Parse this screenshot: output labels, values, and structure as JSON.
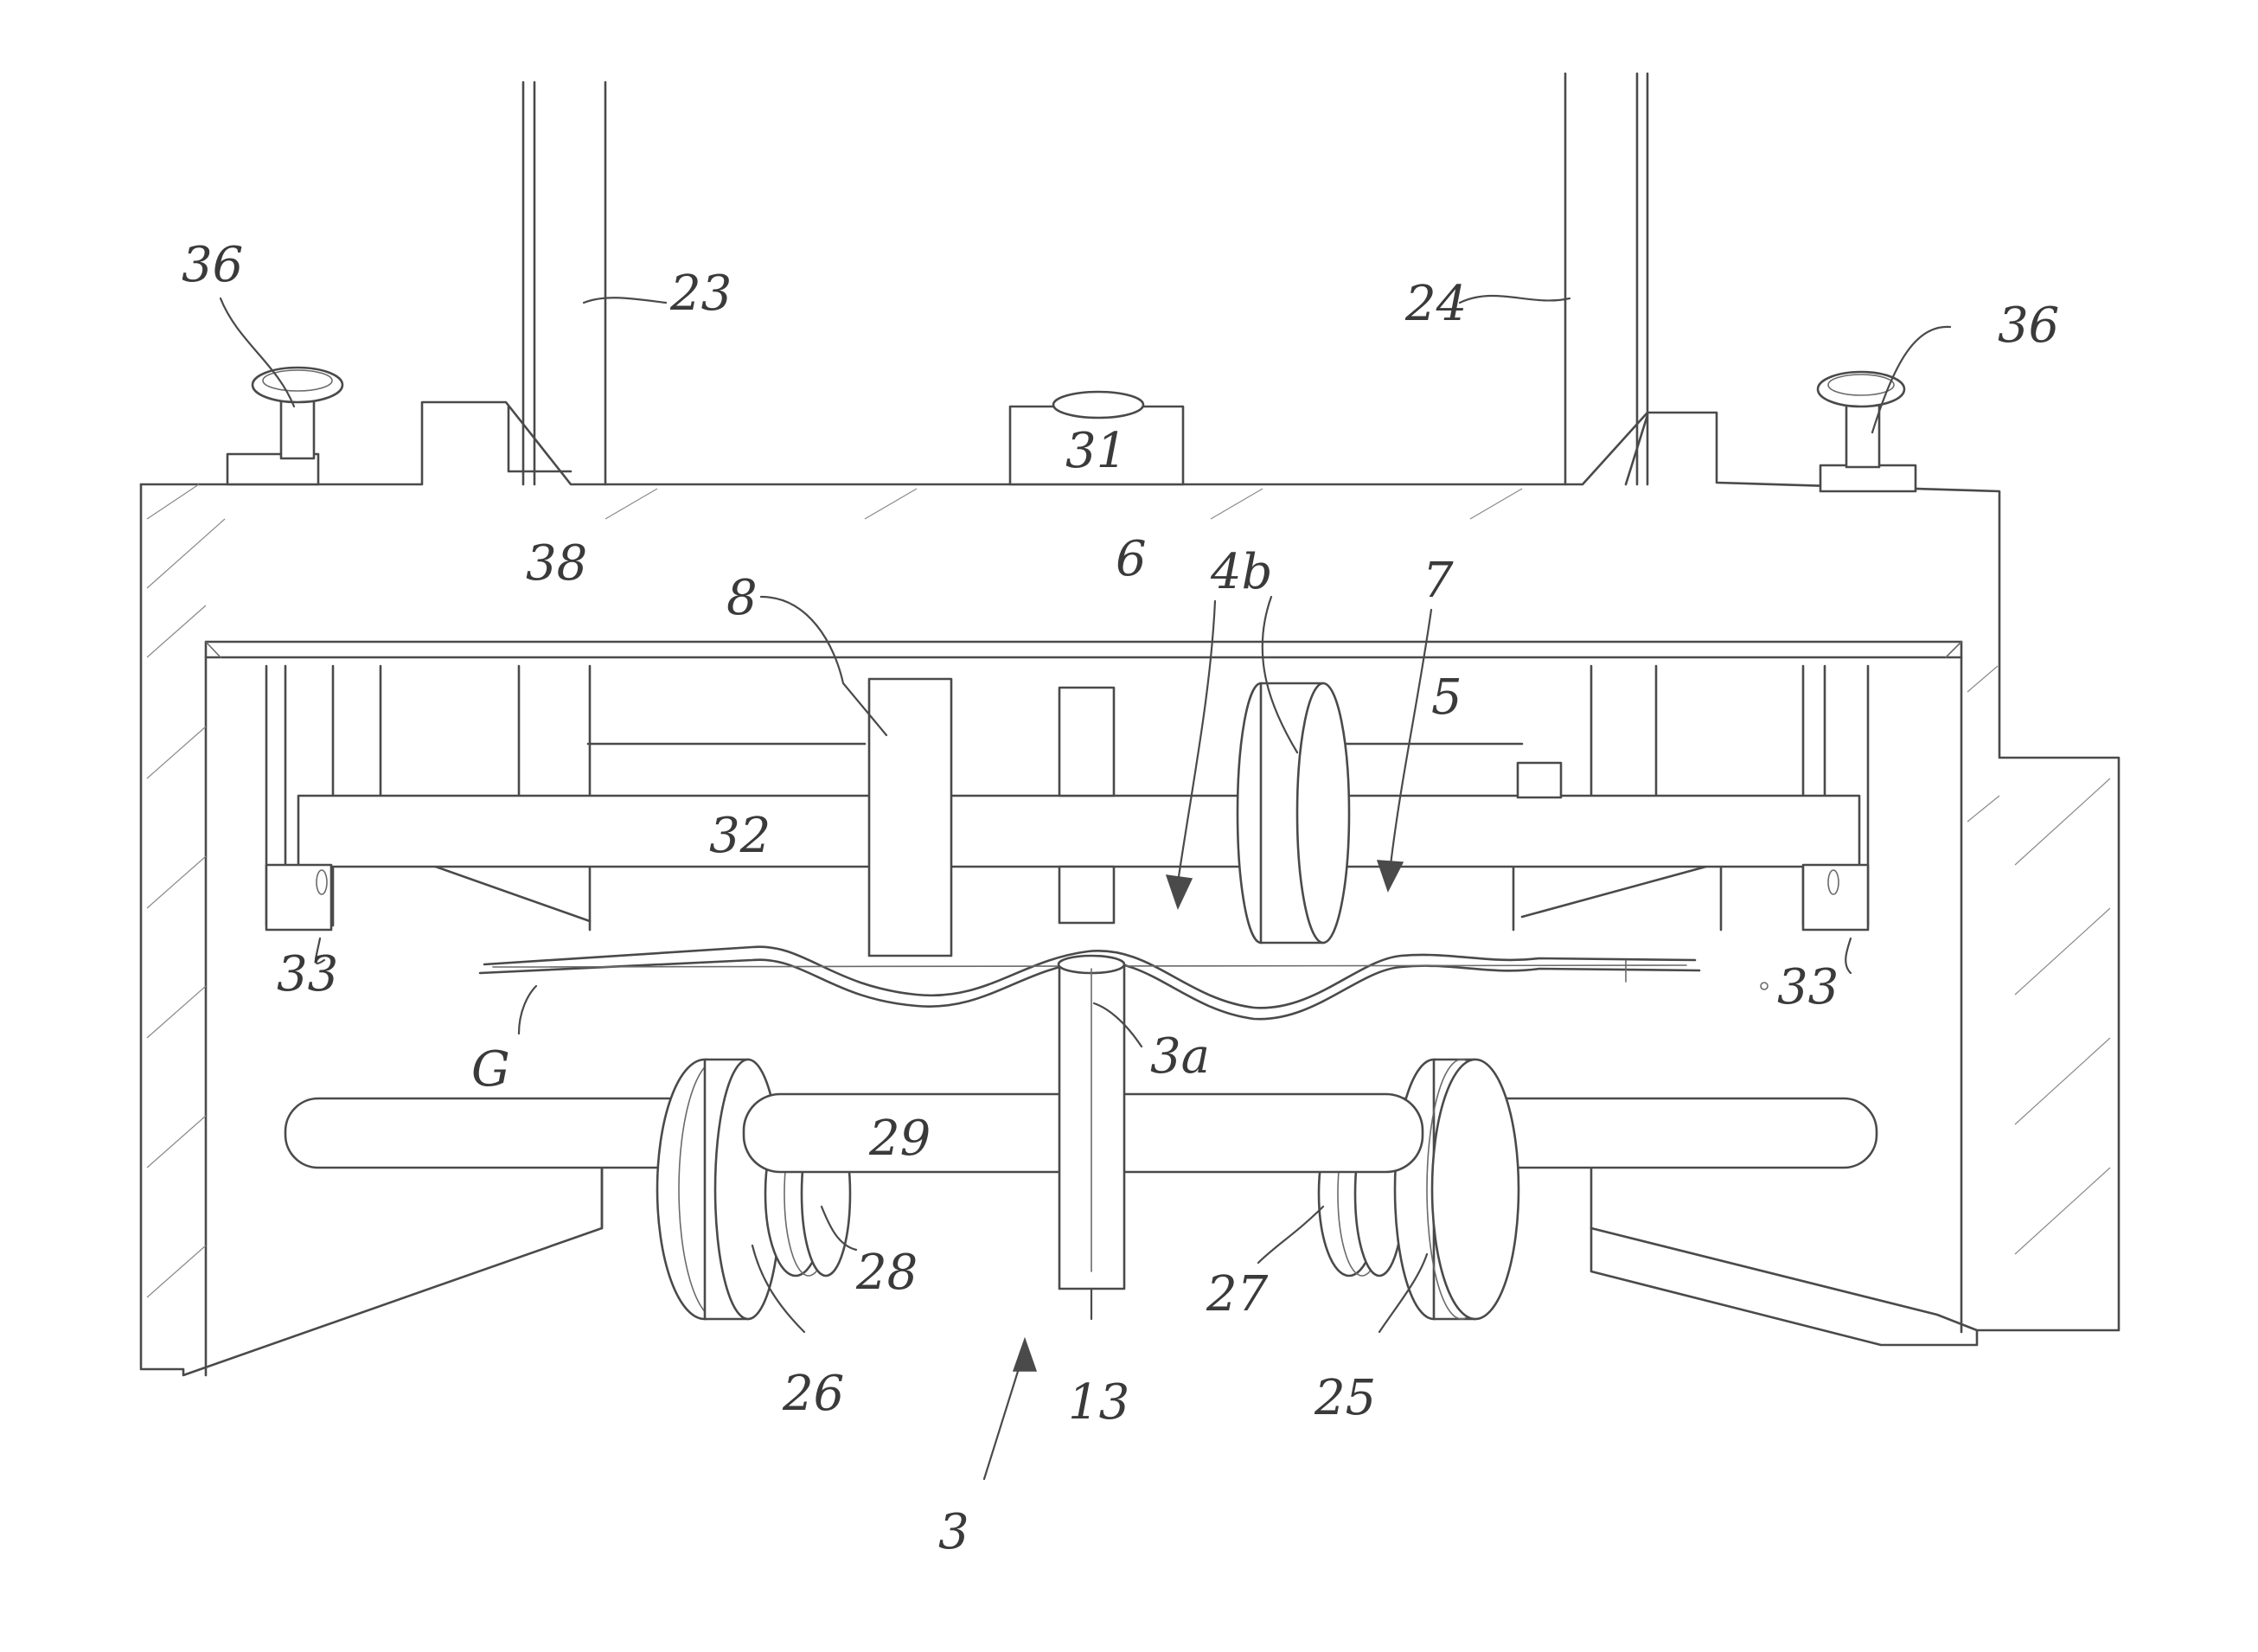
{
  "figure": {
    "labels": {
      "ref_36_left": "36",
      "ref_36_right": "36",
      "ref_23": "23",
      "ref_24": "24",
      "ref_31": "31",
      "ref_38": "38",
      "ref_8": "8",
      "ref_6": "6",
      "ref_4b": "4b",
      "ref_7": "7",
      "ref_5": "5",
      "ref_32": "32",
      "ref_33_left": "33",
      "ref_33_right": "33",
      "ref_G": "G",
      "ref_3a": "3a",
      "ref_29": "29",
      "ref_28": "28",
      "ref_27": "27",
      "ref_26": "26",
      "ref_13": "13",
      "ref_25": "25",
      "ref_3": "3"
    }
  }
}
